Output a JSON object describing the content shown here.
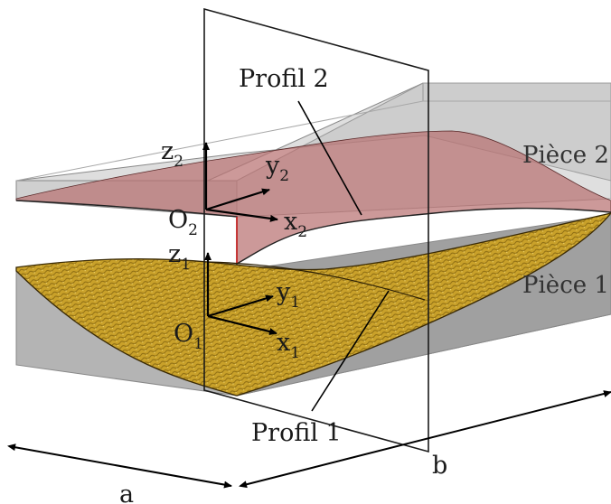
{
  "diagram": {
    "profile_2_label": "Profil 2",
    "profile_1_label": "Profil 1",
    "part_2_label": "Pièce 2",
    "part_1_label": "Pièce 1",
    "dimension_a_label": "a",
    "dimension_b_label": "b",
    "frame_2": {
      "origin": {
        "base": "O",
        "sub": "2"
      },
      "x_axis": {
        "base": "x",
        "sub": "2"
      },
      "y_axis": {
        "base": "y",
        "sub": "2"
      },
      "z_axis": {
        "base": "z",
        "sub": "2"
      }
    },
    "frame_1": {
      "origin": {
        "base": "O",
        "sub": "1"
      },
      "x_axis": {
        "base": "x",
        "sub": "1"
      },
      "y_axis": {
        "base": "y",
        "sub": "1"
      },
      "z_axis": {
        "base": "z",
        "sub": "1"
      }
    }
  },
  "colors": {
    "upper_block": "#bdbdbd",
    "lower_block": "#9a9a9a",
    "upper_surface": "#b87272",
    "lower_surface": "#c9a12a",
    "profile_line": "#111111"
  }
}
